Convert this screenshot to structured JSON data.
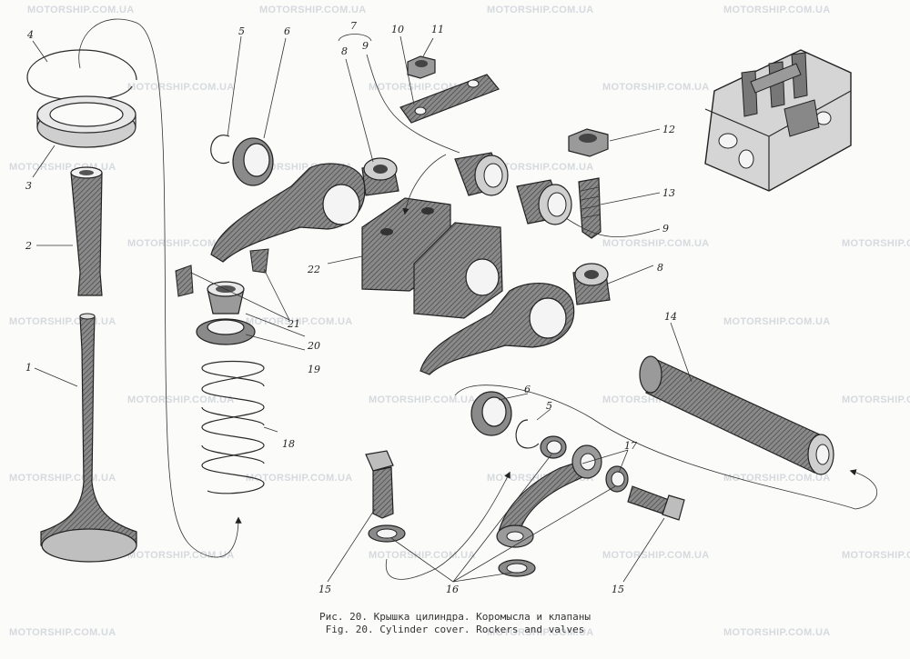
{
  "watermark": "MOTORSHIP.COM.UA",
  "caption": {
    "line1": "Рис. 20. Крышка цилиндра. Коромысла и клапаны",
    "line2": "Fig. 20. Cylinder cover. Rockers and valves"
  },
  "labels": {
    "n1": "1",
    "n2": "2",
    "n3": "3",
    "n4": "4",
    "n5": "5",
    "n6": "6",
    "n7": "7",
    "n8": "8",
    "n9": "9",
    "n10": "10",
    "n11": "11",
    "n12": "12",
    "n13": "13",
    "n14": "14",
    "n15": "15",
    "n16": "16",
    "n17": "17",
    "n18": "18",
    "n19": "19",
    "n20": "20",
    "n21": "21",
    "n22": "22"
  }
}
